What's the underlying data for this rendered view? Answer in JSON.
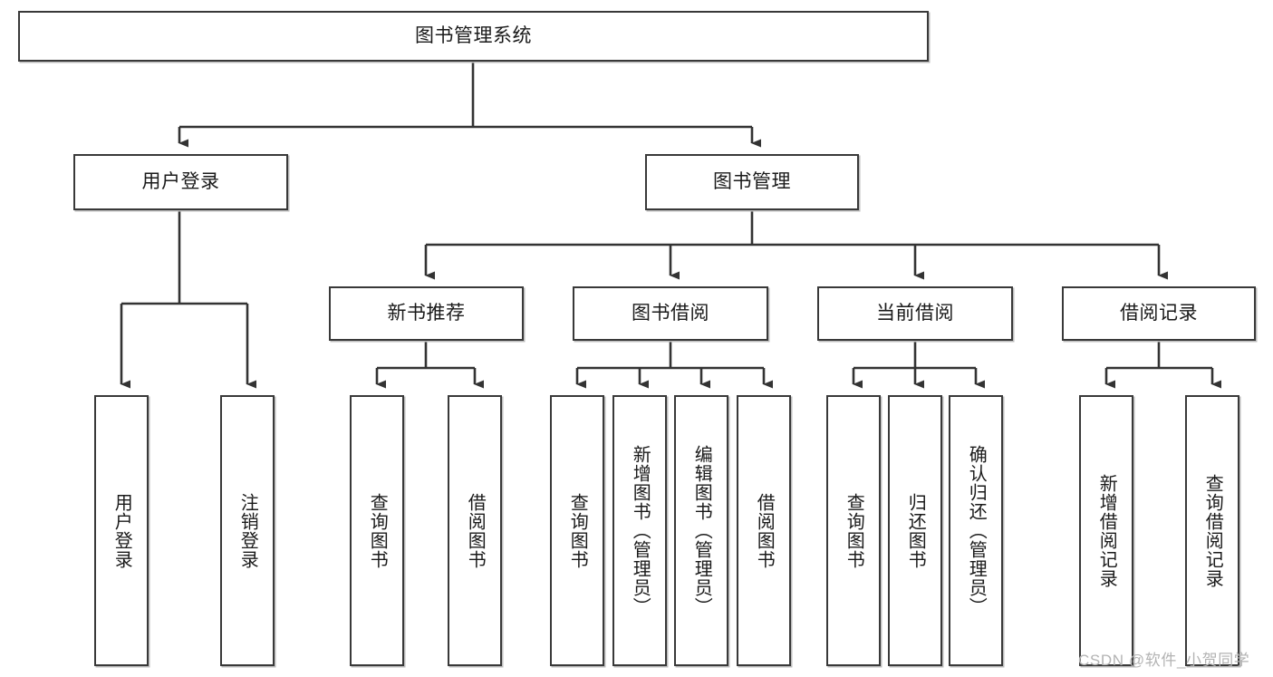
{
  "diagram": {
    "title_node": {
      "label": "图书管理系统"
    },
    "level2": [
      {
        "id": "user-login",
        "label": "用户登录"
      },
      {
        "id": "book-management",
        "label": "图书管理"
      }
    ],
    "level3": [
      {
        "id": "new-book-recommend",
        "label": "新书推荐"
      },
      {
        "id": "book-borrow",
        "label": "图书借阅"
      },
      {
        "id": "current-borrow",
        "label": "当前借阅"
      },
      {
        "id": "borrow-record",
        "label": "借阅记录"
      }
    ],
    "leaves": {
      "user_login": [
        {
          "id": "leaf-user-login",
          "label": "用户登录"
        },
        {
          "id": "leaf-logout-login",
          "label": "注销登录"
        }
      ],
      "new_book_recommend": [
        {
          "id": "leaf-query-book-1",
          "label": "查询图书"
        },
        {
          "id": "leaf-borrow-book-1",
          "label": "借阅图书"
        }
      ],
      "book_borrow": [
        {
          "id": "leaf-query-book-2",
          "label": "查询图书"
        },
        {
          "id": "leaf-add-book",
          "label": "新增图书（管理员）"
        },
        {
          "id": "leaf-edit-book",
          "label": "编辑图书（管理员）"
        },
        {
          "id": "leaf-borrow-book-2",
          "label": "借阅图书"
        }
      ],
      "current_borrow": [
        {
          "id": "leaf-query-book-3",
          "label": "查询图书"
        },
        {
          "id": "leaf-return-book",
          "label": "归还图书"
        },
        {
          "id": "leaf-confirm-return",
          "label": "确认归还（管理员）"
        }
      ],
      "borrow_record": [
        {
          "id": "leaf-add-record",
          "label": "新增借阅记录"
        },
        {
          "id": "leaf-query-record",
          "label": "查询借阅记录"
        }
      ]
    }
  },
  "watermark": {
    "text": "CSDN @软件_小贺同学"
  },
  "colors": {
    "box_border": "#393939",
    "box_fill": "#ffffff",
    "connector": "#333333",
    "text": "#1a1a1a",
    "watermark": "#b3b3b3"
  }
}
